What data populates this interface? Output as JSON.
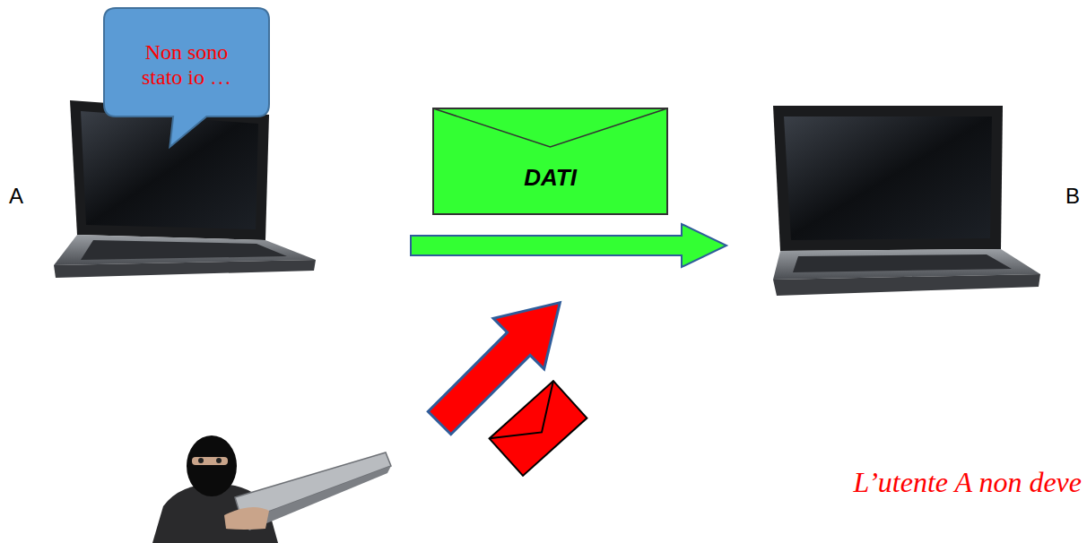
{
  "diagram": {
    "nodes": [
      {
        "text": [
          "Non sono stato io …"
        ]
      },
      {
        "text": [
          "DATI"
        ]
      }
    ],
    "labels": [
      "A",
      "B",
      "L’utente A non deve"
    ]
  }
}
